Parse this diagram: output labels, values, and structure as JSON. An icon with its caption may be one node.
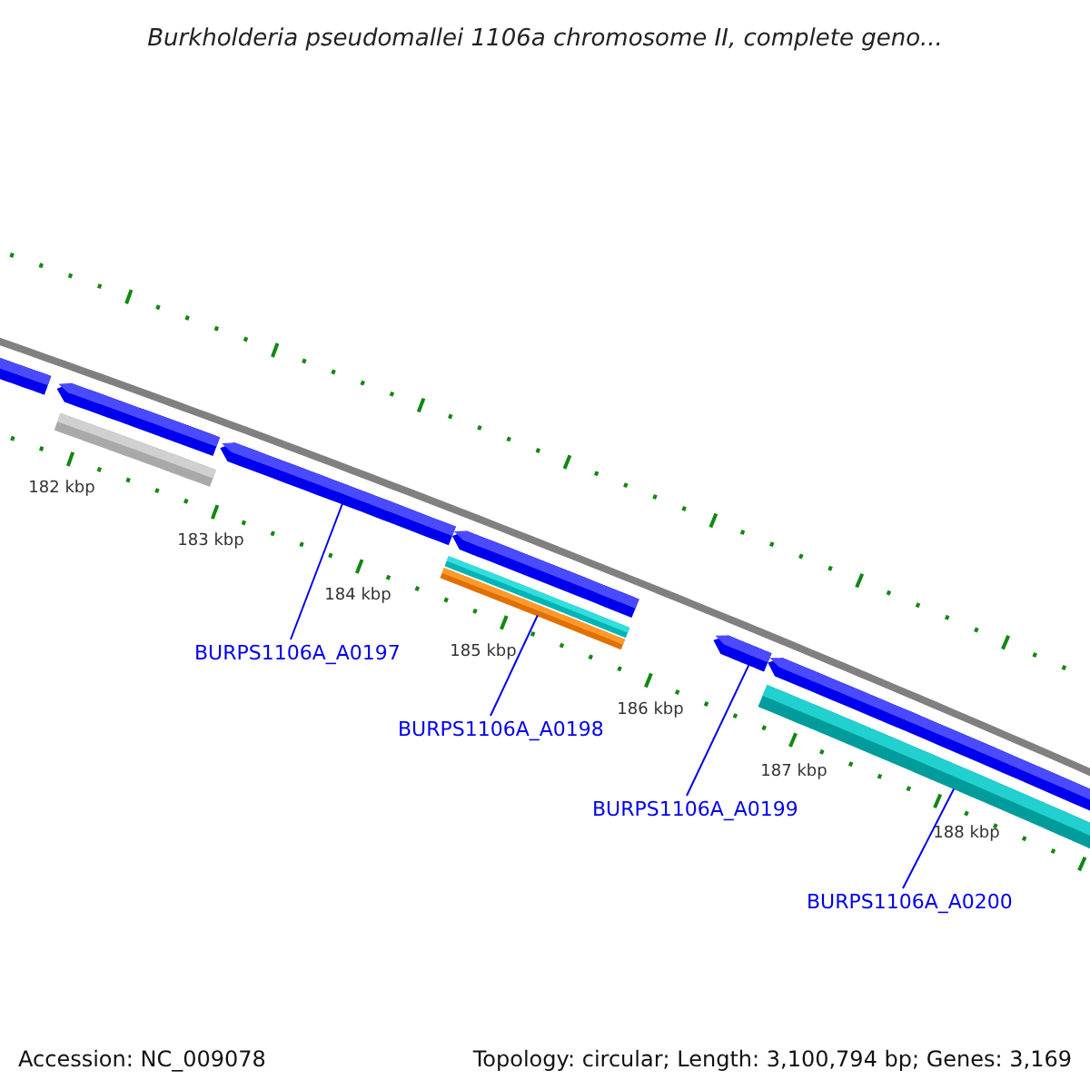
{
  "diagram": {
    "title": "Burkholderia pseudomallei 1106a chromosome II, complete geno...",
    "nodes": [
      {
        "text": [
          "BURPS1106A_A0197"
        ]
      },
      {
        "text": [
          "BURPS1106A_A0198"
        ]
      },
      {
        "text": [
          "BURPS1106A_A0199"
        ]
      },
      {
        "text": [
          "BURPS1106A_A0200"
        ]
      },
      {
        "text": [],
        "shape": "arrow"
      },
      {
        "text": [],
        "shape": "bar"
      },
      {
        "text": [],
        "shape": "arrow"
      },
      {
        "text": [],
        "shape": "bar"
      }
    ],
    "edges": [
      {
        "from": 0,
        "to": 4,
        "arrow": "none"
      },
      {
        "from": 1,
        "to": 5,
        "arrow": "none"
      },
      {
        "from": 2,
        "to": 6,
        "arrow": "none"
      },
      {
        "from": 3,
        "to": 7,
        "arrow": "none"
      }
    ],
    "labels": [
      "182 kbp",
      "183 kbp",
      "184 kbp",
      "185 kbp",
      "186 kbp",
      "187 kbp",
      "188 kbp",
      "Accession: NC_009078",
      "Topology: circular; Length: 3,100,794 bp; Genes: 3,169"
    ]
  }
}
